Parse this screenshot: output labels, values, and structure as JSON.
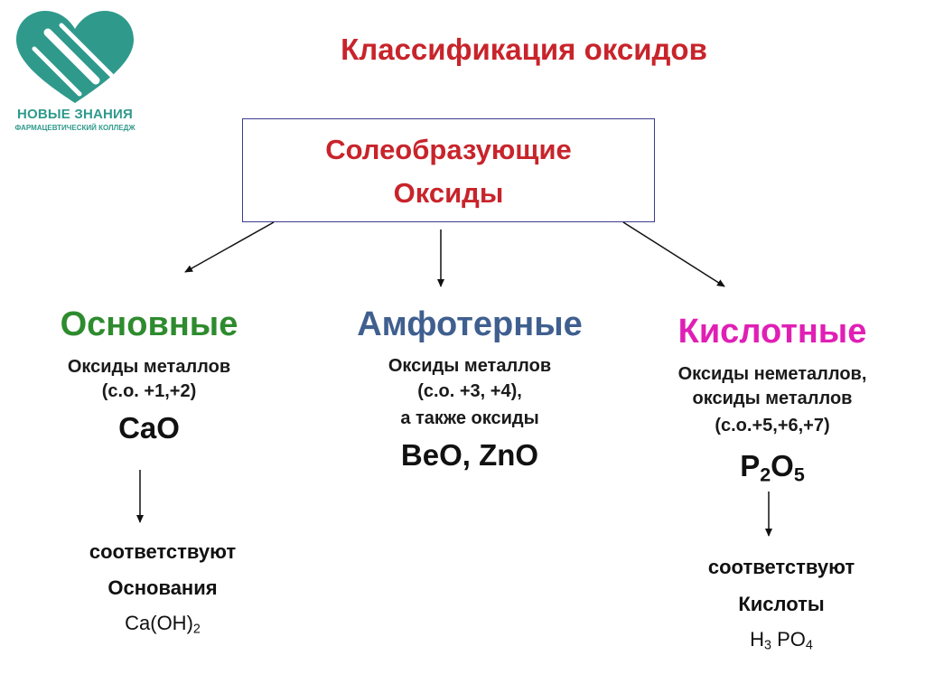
{
  "logo": {
    "name": "НОВЫЕ ЗНАНИЯ",
    "subtitle": "ФАРМАЦЕВТИЧЕСКИЙ КОЛЛЕДЖ",
    "color": "#2f9a8c"
  },
  "title": "Классификация оксидов",
  "top_box": {
    "line1": "Солеобразующие",
    "line2": "Оксиды"
  },
  "colors": {
    "title": "#c8242b",
    "basic": "#2e8b2e",
    "amphoteric": "#3f5f8f",
    "acidic": "#e01fb5"
  },
  "columns": {
    "basic": {
      "heading": "Основные",
      "desc1": "Оксиды металлов",
      "desc2": "(с.о. +1,+2)",
      "formula": "CaO",
      "corresponds": "соответствуют",
      "result": "Основания",
      "example_main": "Ca(OH)",
      "example_sub": "2"
    },
    "amphoteric": {
      "heading": "Амфотерные",
      "desc1": "Оксиды металлов",
      "desc2": "(с.о. +3, +4),",
      "desc3": "а также оксиды",
      "formula": "BeO, ZnO"
    },
    "acidic": {
      "heading": "Кислотные",
      "desc1": "Оксиды неметаллов,",
      "desc2": "оксиды металлов",
      "desc3": "(с.о.+5,+6,+7)",
      "formula_p": "P",
      "formula_p_sub": "2",
      "formula_o": "O",
      "formula_o_sub": "5",
      "corresponds": "соответствуют",
      "result": "Кислоты",
      "example_h": "H",
      "example_h_sub": "3",
      "example_po": " PO",
      "example_po_sub": "4"
    }
  }
}
